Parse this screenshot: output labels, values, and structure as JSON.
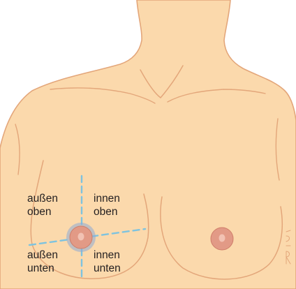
{
  "colors": {
    "skin": "#fbd9ac",
    "outline": "#e3a67a",
    "areola": "#e29a86",
    "areola_edge": "#cf7d69",
    "nipple": "#f2c2b3",
    "quadrant_lines": "#7ec3df",
    "quadrant_halo": "#8ea9d6",
    "label_text": "#231f20"
  },
  "labels": {
    "outer_upper": {
      "line1": "außen",
      "line2": "oben"
    },
    "inner_upper": {
      "line1": "innen",
      "line2": "oben"
    },
    "outer_lower": {
      "line1": "außen",
      "line2": "unten"
    },
    "inner_lower": {
      "line1": "innen",
      "line2": "unten"
    }
  }
}
